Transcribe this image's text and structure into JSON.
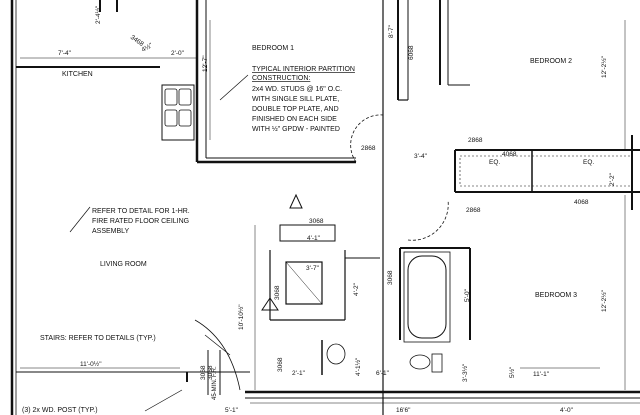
{
  "rooms": {
    "bedroom1": "BEDROOM 1",
    "bedroom2": "BEDROOM 2",
    "bedroom3": "BEDROOM 3",
    "kitchen": "KITCHEN",
    "living": "LIVING ROOM"
  },
  "partition_note": {
    "line1": "TYPICAL INTERIOR PARTITION",
    "line2": "CONSTRUCTION:",
    "line3": "2x4 WD. STUDS @ 16\" O.C.",
    "line4": "WITH SINGLE SILL PLATE,",
    "line5": "DOUBLE TOP PLATE, AND",
    "line6": "FINISHED ON EACH SIDE",
    "line7": "WITH ½\" GPDW - PAINTED"
  },
  "fire_note": {
    "line1": "REFER TO DETAIL FOR 1-HR.",
    "line2": "FIRE RATED FLOOR CEILING",
    "line3": "ASSEMBLY"
  },
  "stairs_note": "STAIRS:  REFER TO DETAILS (TYP.)",
  "post_note": "(3) 2x WD. POST (TYP.)",
  "fire_rating": "45-MIN. F.R.",
  "dims": {
    "d1": "2'-4½\"",
    "d2": "3468",
    "d3": "4½\"",
    "d4": "7'-4\"",
    "d5": "2'-0\"",
    "d6": "12'-7\"",
    "d7": "8'-7\"",
    "d8": "6068",
    "d9": "12'-2½\"",
    "d10": "2868",
    "d11": "2868",
    "d12": "3'-4\"",
    "d13": "4068",
    "d14": "EQ.",
    "d15": "EQ.",
    "d16": "2'-2\"",
    "d17": "4068",
    "d18": "2868",
    "d19": "3068",
    "d20": "4'-1\"",
    "d21": "3'-7\"",
    "d22": "3068",
    "d23": "10'-10½\"",
    "d24": "4'-2\"",
    "d25": "3068",
    "d26": "5'-0\"",
    "d27": "12'-2½\"",
    "d28": "4'-1½\"",
    "d29": "3068",
    "d30": "2'-1\"",
    "d31": "6'-1\"",
    "d32": "3'-3½\"",
    "d33": "5½\"",
    "d34": "11'-1\"",
    "d35": "11'-0½\"",
    "d36": "3068",
    "d37": "3068",
    "d38": "5'-1\"",
    "d39": "16'6\"",
    "d40": "4'-0\""
  }
}
